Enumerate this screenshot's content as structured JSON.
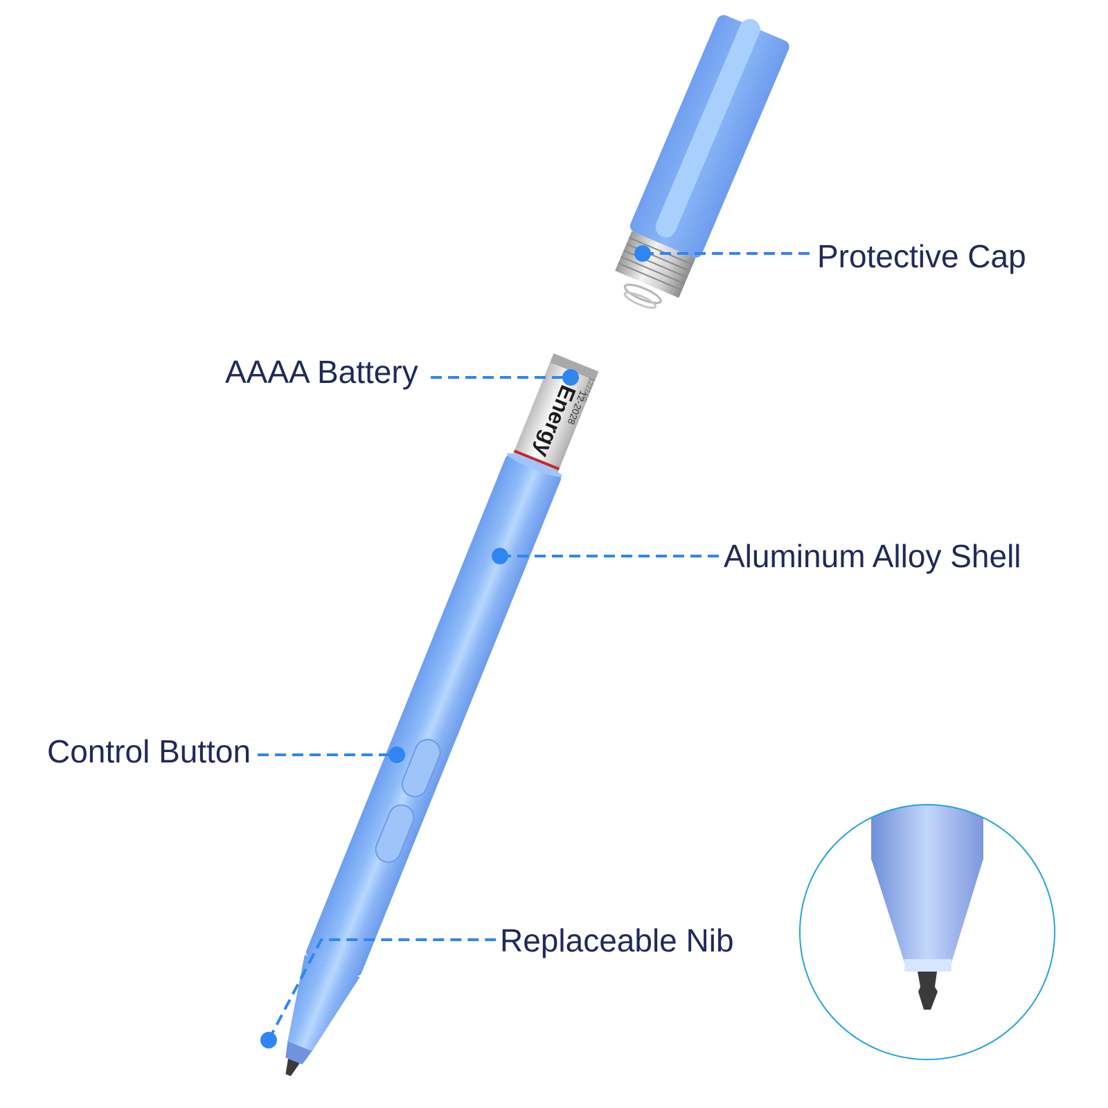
{
  "callouts": [
    {
      "id": "protective-cap",
      "label": "Protective Cap"
    },
    {
      "id": "aaaa-battery",
      "label": "AAAA Battery"
    },
    {
      "id": "aluminum-alloy-shell",
      "label": "Aluminum Alloy Shell"
    },
    {
      "id": "control-button",
      "label": "Control Button"
    },
    {
      "id": "replaceable-nib",
      "label": "Replaceable Nib"
    }
  ],
  "battery": {
    "brand_text": "Energy",
    "code_text": "12-2028",
    "small_text": "1222AC"
  },
  "colors": {
    "pen_body": "#82b1f5",
    "pen_highlight": "#b8d7ff",
    "cap_stripe": "#9fcaff",
    "callout_accent": "#2f86f0",
    "label_text": "#20295a",
    "inset_circle_border": "#24a3d8",
    "nib_tip": "#3a3a3a"
  },
  "icons": [
    "pen-illustration",
    "battery-illustration",
    "nib-zoom-inset"
  ]
}
